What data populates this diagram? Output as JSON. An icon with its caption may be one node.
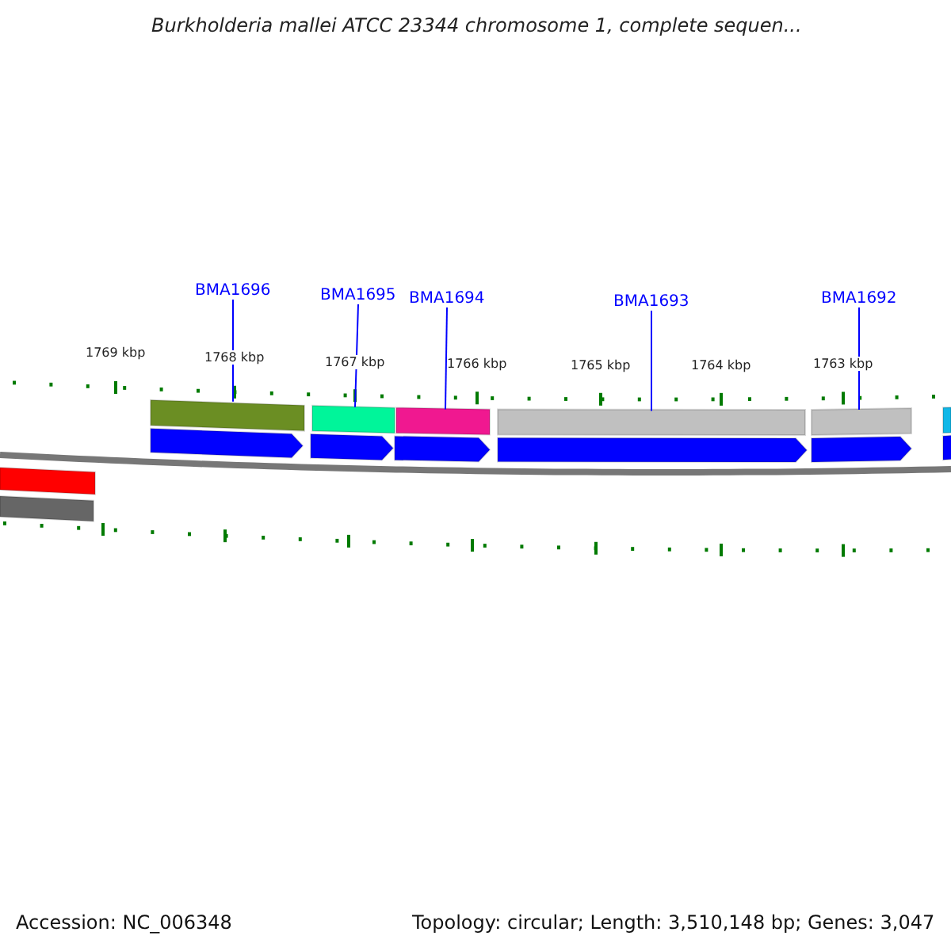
{
  "diagram": {
    "title": "Burkholderia mallei ATCC 23344 chromosome 1, complete sequen...",
    "nodes": [
      {
        "text": [
          "BMA1696"
        ]
      },
      {
        "text": [
          "BMA1695"
        ]
      },
      {
        "text": [
          "BMA1694"
        ]
      },
      {
        "text": [
          "BMA1693"
        ]
      },
      {
        "text": [
          "BMA1692"
        ]
      },
      {
        "text": [],
        "shape": "bar"
      },
      {
        "text": [],
        "shape": "bar"
      },
      {
        "text": [],
        "shape": "bar"
      },
      {
        "text": [],
        "shape": "bar"
      },
      {
        "text": [],
        "shape": "bar"
      },
      {
        "text": [],
        "shape": "arrow"
      },
      {
        "text": [],
        "shape": "arrow"
      },
      {
        "text": [],
        "shape": "arrow"
      },
      {
        "text": [],
        "shape": "arrow"
      },
      {
        "text": [],
        "shape": "arrow"
      },
      {
        "text": [],
        "shape": "arrow"
      },
      {
        "text": [],
        "shape": "bar"
      },
      {
        "text": [],
        "shape": "bar"
      },
      {
        "text": [],
        "shape": "bar"
      }
    ],
    "edges": [
      {
        "from": 0,
        "to": 5,
        "arrow": "none"
      },
      {
        "from": 1,
        "to": 6,
        "arrow": "none"
      },
      {
        "from": 2,
        "to": 7,
        "arrow": "none"
      },
      {
        "from": 3,
        "to": 8,
        "arrow": "none"
      },
      {
        "from": 4,
        "to": 9,
        "arrow": "none"
      }
    ],
    "labels": [
      "1769 kbp",
      "1768 kbp",
      "1767 kbp",
      "1766 kbp",
      "1765 kbp",
      "1764 kbp",
      "1763 kbp",
      "Accession: NC_006348",
      "Topology: circular; Length: 3,510,148 bp; Genes: 3,047"
    ]
  }
}
